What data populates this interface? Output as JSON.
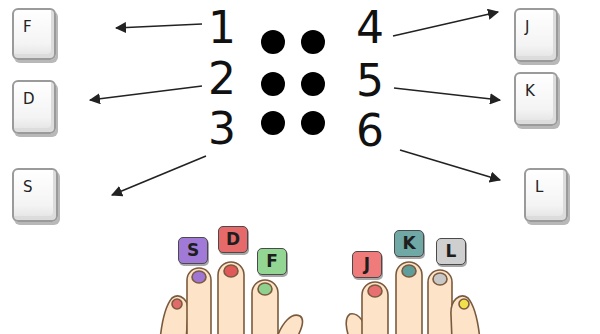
{
  "diagram": {
    "nodes": [
      {
        "text": [
          "F"
        ]
      },
      {
        "text": [
          "J"
        ]
      },
      {
        "text": [
          "D"
        ]
      },
      {
        "text": [
          "K"
        ]
      },
      {
        "text": [
          "S"
        ]
      },
      {
        "text": [
          "L"
        ]
      },
      {
        "text": [
          "S"
        ]
      },
      {
        "text": [
          "D"
        ]
      },
      {
        "text": [
          "F"
        ]
      },
      {
        "text": [
          "J"
        ]
      },
      {
        "text": [
          "K"
        ]
      },
      {
        "text": [
          "L"
        ]
      }
    ],
    "labels": [
      "1",
      "4",
      "2",
      "5",
      "3",
      "6"
    ]
  }
}
